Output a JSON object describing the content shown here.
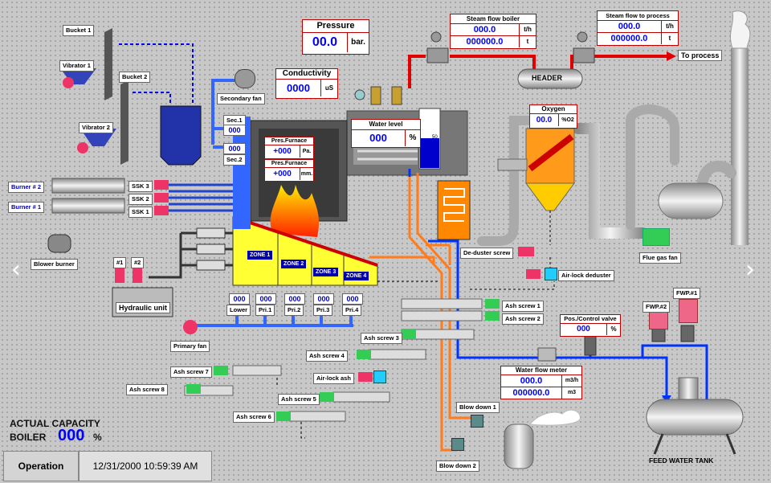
{
  "pressure": {
    "title": "Pressure",
    "value": "00.0",
    "unit": "bar."
  },
  "conductivity": {
    "title": "Conductivity",
    "value": "0000",
    "unit": "uS"
  },
  "steam_boiler": {
    "title": "Steam flow boiler",
    "rate": "000.0",
    "rate_unit": "t/h",
    "total": "000000.0",
    "total_unit": "t"
  },
  "steam_process": {
    "title": "Steam flow to process",
    "rate": "000.0",
    "rate_unit": "t/h",
    "total": "000000.0",
    "total_unit": "t"
  },
  "header_label": "HEADER",
  "to_process": "To process",
  "water_level": {
    "title": "Water level",
    "value": "000",
    "unit": "%",
    "gauge": "50"
  },
  "oxygen": {
    "title": "Oxygen",
    "value": "00.0",
    "unit": "%O2"
  },
  "pres_furnace1": {
    "title": "Pres.Furnace",
    "value": "+000",
    "unit": "Pa."
  },
  "pres_furnace2": {
    "title": "Pres.Furnace",
    "value": "+000",
    "unit": "mm."
  },
  "buckets": [
    "Bucket 1",
    "Bucket 2"
  ],
  "vibrators": [
    "Vibrator 1",
    "Vibrator 2"
  ],
  "secondary_fan": "Secondary fan",
  "sec1": {
    "label": "Sec.1",
    "value": "000"
  },
  "sec2": {
    "label": "Sec.2",
    "value": "000"
  },
  "burners": [
    "Burner # 2",
    "Burner # 1"
  ],
  "ssk": [
    "SSK 3",
    "SSK 2",
    "SSK 1"
  ],
  "blower_burner": "Blower burner",
  "hydraulic": {
    "label": "Hydraulic unit",
    "p1": "#1",
    "p2": "#2"
  },
  "primary_fan": "Primary fan",
  "zones": [
    "ZONE 1",
    "ZONE 2",
    "ZONE 3",
    "ZONE 4"
  ],
  "air_values": [
    {
      "value": "000",
      "label": "Lower"
    },
    {
      "value": "000",
      "label": "Pri.1"
    },
    {
      "value": "000",
      "label": "Pri.2"
    },
    {
      "value": "000",
      "label": "Pri.3"
    },
    {
      "value": "000",
      "label": "Pri.4"
    }
  ],
  "deduster_screw": "De-duster screw",
  "airlock_deduster": "Air-lock deduster",
  "flue_gas_fan": "Flue gas fan",
  "ash_screws": [
    "Ash screw 1",
    "Ash screw 2",
    "Ash screw 3",
    "Ash screw 4",
    "Ash screw 5",
    "Ash screw 6",
    "Ash screw 7",
    "Ash screw 8"
  ],
  "airlock_ash": "Air-lock ash",
  "pos_valve": {
    "title": "Pos./Control valve",
    "value": "000",
    "unit": "%"
  },
  "water_flow": {
    "title": "Water flow meter",
    "rate": "000.0",
    "rate_unit": "m3/h",
    "total": "000000.0",
    "total_unit": "m3"
  },
  "fwp": [
    "FWP.#2",
    "FWP.#1"
  ],
  "blow_down": [
    "Blow down 1",
    "Blow down 2"
  ],
  "feed_water_tank": "FEED WATER TANK",
  "capacity": {
    "line1": "ACTUAL CAPACITY",
    "line2": "BOILER",
    "value": "000",
    "unit": "%"
  },
  "operation_button": "Operation",
  "datetime": "12/31/2000 10:59:39 AM",
  "nav": {
    "prev": "‹",
    "next": "›"
  },
  "colors": {
    "pipe_red": "#e00000",
    "pipe_blue": "#0033ff",
    "pipe_orange": "#ff7b1c",
    "value_blue": "#0000ff",
    "furnace_yellow": "#ffff33",
    "motor_green": "#33cc55",
    "motor_pink": "#ee3366"
  }
}
